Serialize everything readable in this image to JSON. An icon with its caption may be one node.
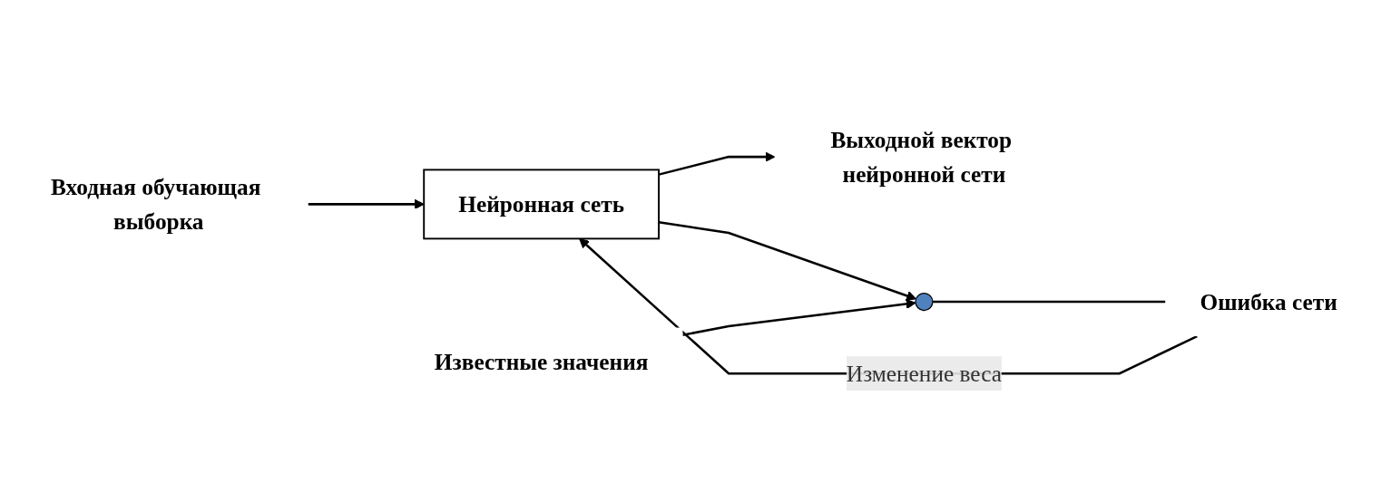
{
  "diagram": {
    "nodes": [
      {
        "text": [
          "Входная обучающая выборка"
        ]
      },
      {
        "text": [
          "Нейронная сеть"
        ]
      },
      {
        "text": [
          "Выходной вектор нейронной сети"
        ]
      },
      {
        "text": [],
        "shape": "circle"
      },
      {
        "text": [
          "Известные значения"
        ]
      },
      {
        "text": [
          "Ошибка сети"
        ]
      }
    ],
    "edges": [
      {
        "from": 0,
        "to": 1,
        "arrow": "to"
      },
      {
        "from": 1,
        "to": 2,
        "arrow": "to"
      },
      {
        "from": 1,
        "to": 3,
        "arrow": "to"
      },
      {
        "from": 4,
        "to": 3,
        "arrow": "to"
      },
      {
        "from": 3,
        "to": 5,
        "arrow": "none"
      },
      {
        "from": 5,
        "to": 1,
        "arrow": "to",
        "label": "Изменение веса"
      }
    ]
  }
}
